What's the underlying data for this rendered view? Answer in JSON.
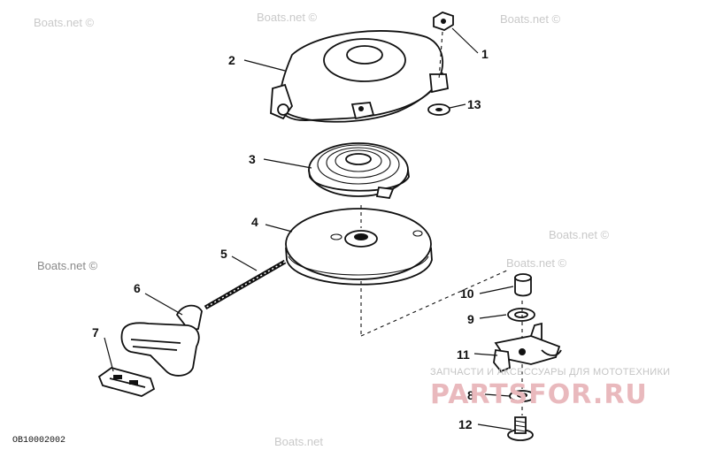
{
  "watermarks": {
    "boats_net": "Boats.net ©",
    "boats_net_short": "Boats.net"
  },
  "brand": {
    "subtitle": "ЗАПЧАСТИ И АКСЕССУАРЫ ДЛЯ МОТОТЕХНИКИ",
    "main": "PARTSFOR.RU",
    "color": "#e9b9bd"
  },
  "diagram_code": "OB10002002",
  "callouts": {
    "c1": "1",
    "c2": "2",
    "c3": "3",
    "c4": "4",
    "c5": "5",
    "c6": "6",
    "c7": "7",
    "c8": "8",
    "c9": "9",
    "c10": "10",
    "c11": "11",
    "c12": "12",
    "c13": "13"
  }
}
